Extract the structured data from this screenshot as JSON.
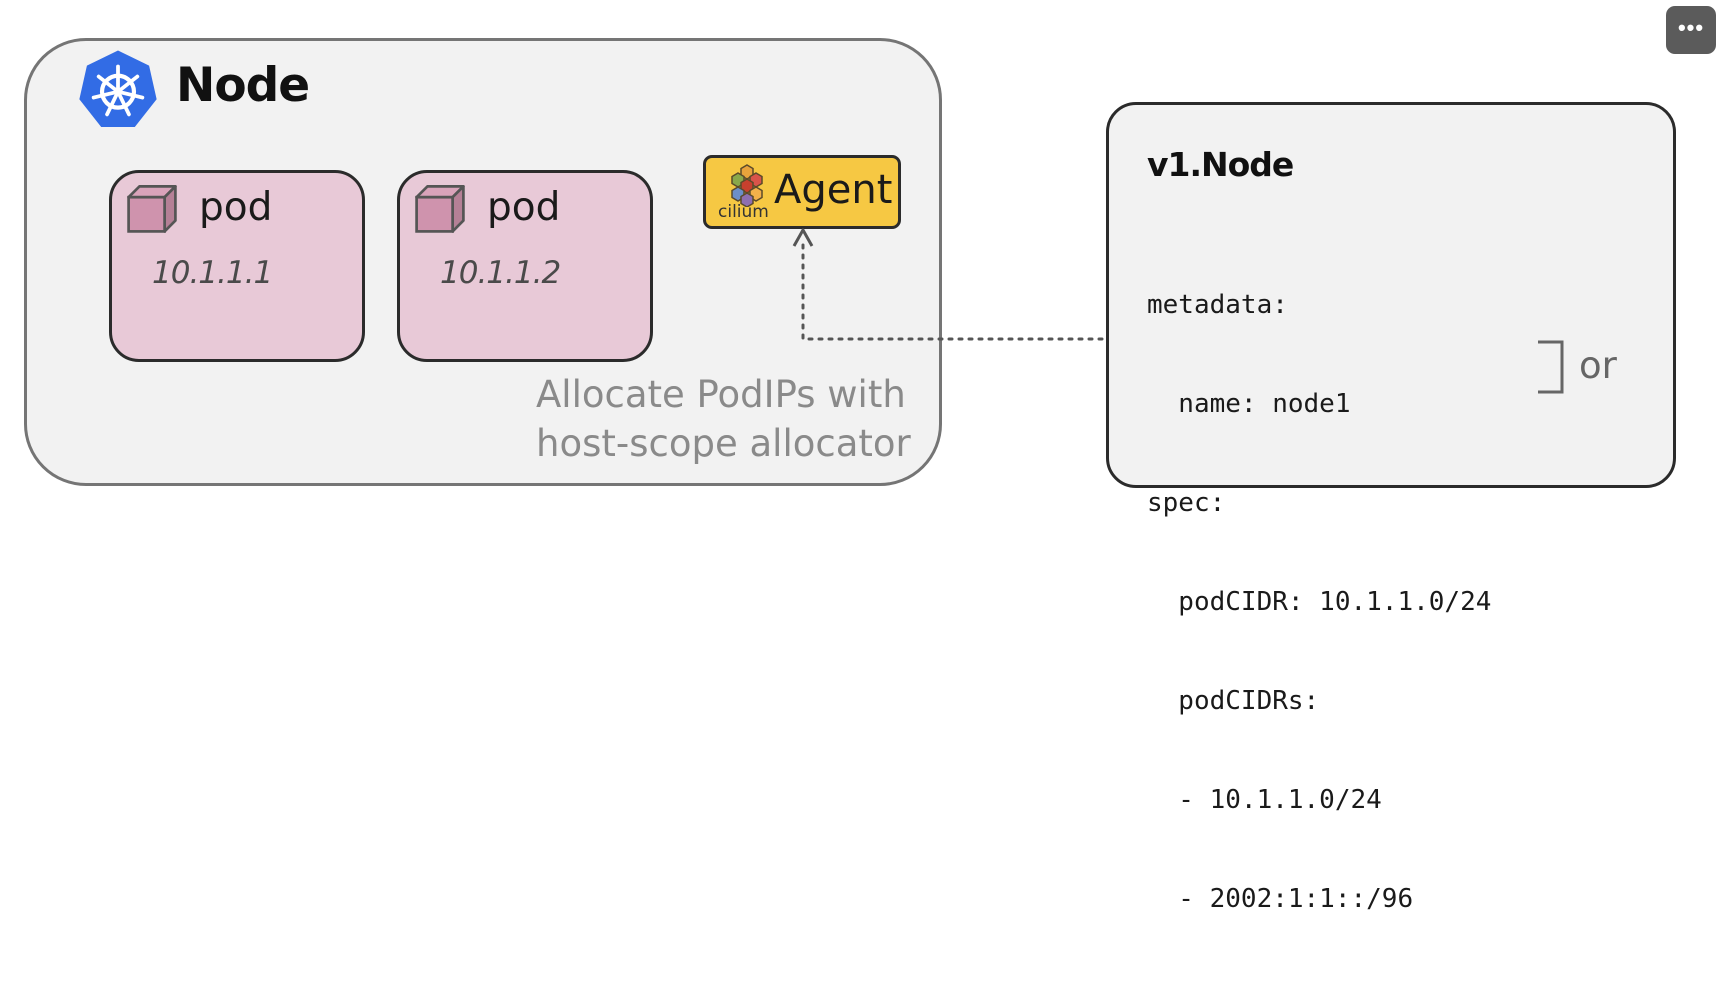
{
  "node": {
    "title": "Node",
    "pods": [
      {
        "label": "pod",
        "ip": "10.1.1.1"
      },
      {
        "label": "pod",
        "ip": "10.1.1.2"
      }
    ],
    "agent": {
      "brand": "cilium",
      "label": "Agent"
    },
    "allocate_lines": [
      "Allocate PodIPs with",
      "host-scope allocator"
    ]
  },
  "v1_node": {
    "title": "v1.Node",
    "yaml_lines": [
      "metadata:",
      "  name: node1",
      "spec:",
      "  podCIDR: 10.1.1.0/24",
      "  podCIDRs:",
      "  - 10.1.1.0/24",
      "  - 2002:1:1::/96"
    ],
    "or_label": "or"
  },
  "menu": {
    "label": "•••"
  },
  "colors": {
    "node_bg": "#f2f2f2",
    "pod_fill": "#e8c9d7",
    "agent_fill": "#f6c843",
    "k8s_blue": "#326ce5"
  },
  "icons": [
    "kubernetes-logo-icon",
    "pod-cube-icon",
    "cilium-logo-icon",
    "menu-icon"
  ]
}
